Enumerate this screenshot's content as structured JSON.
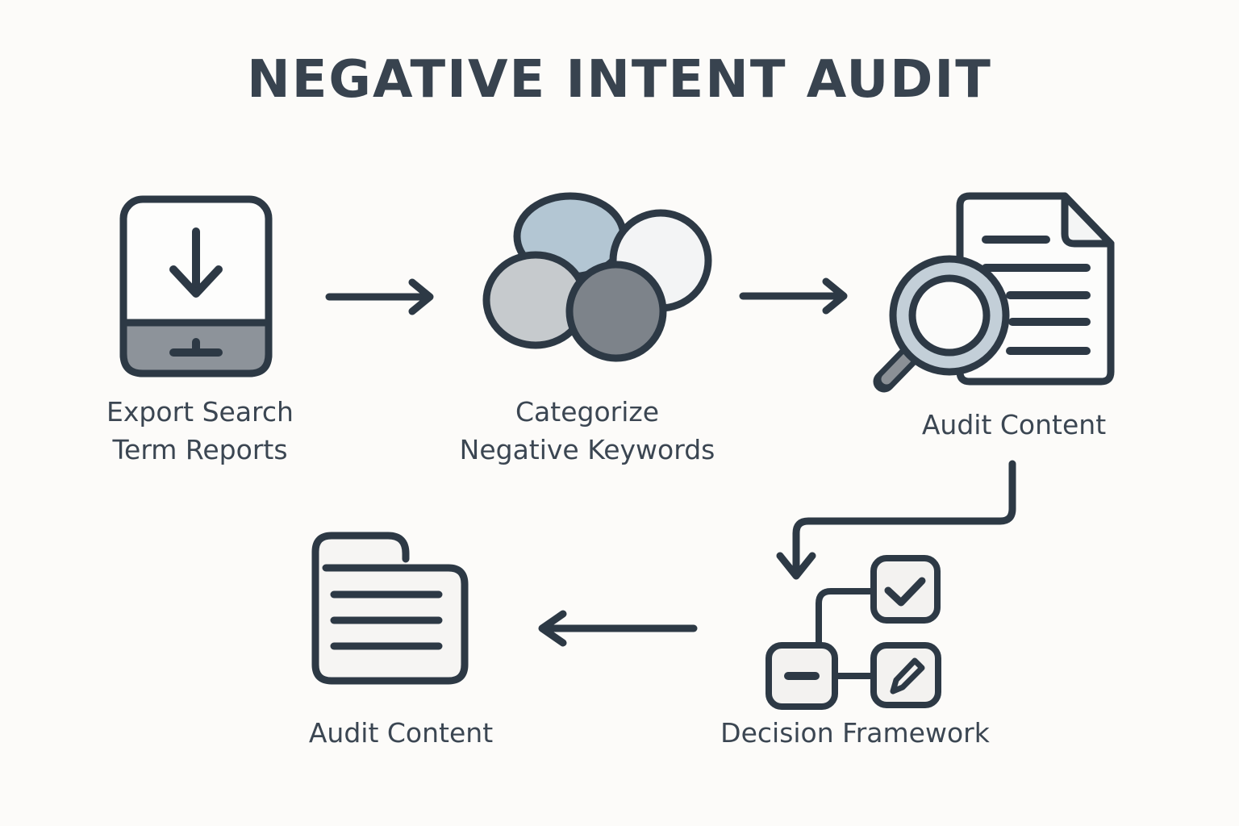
{
  "title": "NEGATIVE INTENT AUDIT",
  "steps": {
    "export": {
      "line1": "Export Search",
      "line2": "Term Reports"
    },
    "categorize": {
      "line1": "Categorize",
      "line2": "Negative Keywords"
    },
    "audit_top": {
      "label": "Audit Content"
    },
    "decision": {
      "label": "Decision Framework"
    },
    "audit_bottom": {
      "label": "Audit Content"
    }
  },
  "colors": {
    "background": "#fcfbf9",
    "ink_outline": "#2d3945",
    "label_text": "#3b4652",
    "title_text": "#38434f",
    "bubble_blue": "#b3c6d3",
    "bubble_white": "#f3f4f5",
    "bubble_light_gray": "#c6cacd",
    "bubble_dark_gray": "#7d838a",
    "download_tray_gray": "#8d939a",
    "magnifier_ring": "#c3cfd8",
    "magnifier_handle": "#8b9096",
    "panel_fill": "#f3f2f0",
    "paper_fill": "#fcfcfb"
  }
}
